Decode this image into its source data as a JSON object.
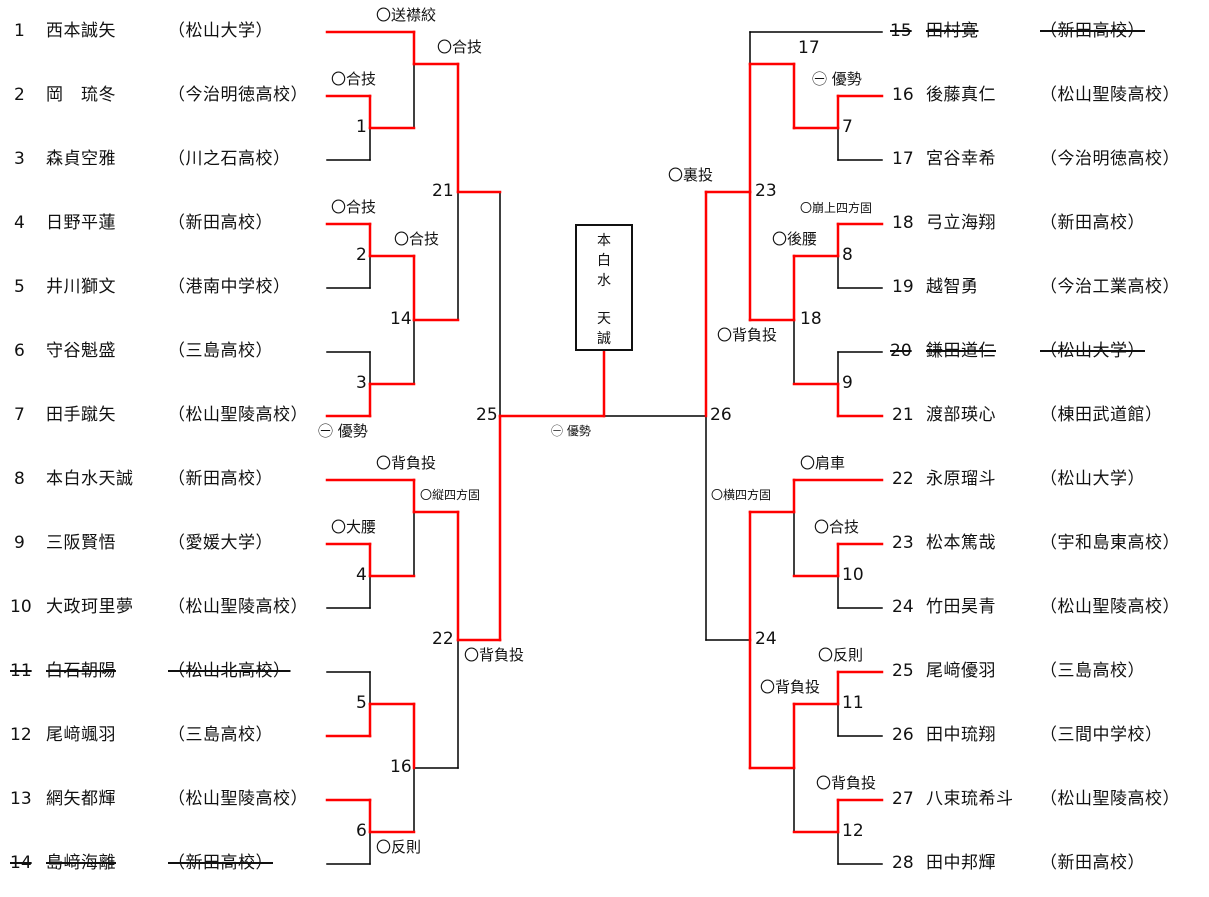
{
  "left_entries": [
    {
      "id": "1",
      "name": "西本誠矢",
      "team": "（松山大学）",
      "withdrawn": false
    },
    {
      "id": "2",
      "name": "岡　琉冬",
      "team": "（今治明徳高校）",
      "withdrawn": false
    },
    {
      "id": "3",
      "name": "森貞空雅",
      "team": "（川之石高校）",
      "withdrawn": false
    },
    {
      "id": "4",
      "name": "日野平蓮",
      "team": "（新田高校）",
      "withdrawn": false
    },
    {
      "id": "5",
      "name": "井川獅文",
      "team": "（港南中学校）",
      "withdrawn": false
    },
    {
      "id": "6",
      "name": "守谷魁盛",
      "team": "（三島高校）",
      "withdrawn": false
    },
    {
      "id": "7",
      "name": "田手蹴矢",
      "team": "（松山聖陵高校）",
      "withdrawn": false
    },
    {
      "id": "8",
      "name": "本白水天誠",
      "team": "（新田高校）",
      "withdrawn": false
    },
    {
      "id": "9",
      "name": "三阪賢悟",
      "team": "（愛媛大学）",
      "withdrawn": false
    },
    {
      "id": "10",
      "name": "大政珂里夢",
      "team": "（松山聖陵高校）",
      "withdrawn": false
    },
    {
      "id": "11",
      "name": "白石朝陽",
      "team": "（松山北高校）",
      "withdrawn": true
    },
    {
      "id": "12",
      "name": "尾﨑颯羽",
      "team": "（三島高校）",
      "withdrawn": false
    },
    {
      "id": "13",
      "name": "網矢都輝",
      "team": "（松山聖陵高校）",
      "withdrawn": false
    },
    {
      "id": "14",
      "name": "島﨑海離",
      "team": "（新田高校）",
      "withdrawn": true
    }
  ],
  "right_entries": [
    {
      "id": "15",
      "name": "田村寛",
      "team": "（新田高校）",
      "withdrawn": true
    },
    {
      "id": "16",
      "name": "後藤真仁",
      "team": "（松山聖陵高校）",
      "withdrawn": false
    },
    {
      "id": "17",
      "name": "宮谷幸希",
      "team": "（今治明徳高校）",
      "withdrawn": false
    },
    {
      "id": "18",
      "name": "弓立海翔",
      "team": "（新田高校）",
      "withdrawn": false
    },
    {
      "id": "19",
      "name": "越智勇",
      "team": "（今治工業高校）",
      "withdrawn": false
    },
    {
      "id": "20",
      "name": "鎌田道仁",
      "team": "（松山大学）",
      "withdrawn": true
    },
    {
      "id": "21",
      "name": "渡部瑛心",
      "team": "（棟田武道館）",
      "withdrawn": false
    },
    {
      "id": "22",
      "name": "永原瑠斗",
      "team": "（松山大学）",
      "withdrawn": false
    },
    {
      "id": "23",
      "name": "松本篤哉",
      "team": "（宇和島東高校）",
      "withdrawn": false
    },
    {
      "id": "24",
      "name": "竹田昊青",
      "team": "（松山聖陵高校）",
      "withdrawn": false
    },
    {
      "id": "25",
      "name": "尾﨑優羽",
      "team": "（三島高校）",
      "withdrawn": false
    },
    {
      "id": "26",
      "name": "田中琉翔",
      "team": "（三間中学校）",
      "withdrawn": false
    },
    {
      "id": "27",
      "name": "八束琉希斗",
      "team": "（松山聖陵高校）",
      "withdrawn": false
    },
    {
      "id": "28",
      "name": "田中邦輝",
      "team": "（新田高校）",
      "withdrawn": false
    }
  ],
  "match_numbers": [
    "1",
    "2",
    "3",
    "4",
    "5",
    "6",
    "7",
    "8",
    "9",
    "10",
    "11",
    "12",
    "14",
    "16",
    "17",
    "18",
    "21",
    "22",
    "23",
    "24",
    "25",
    "26"
  ],
  "results": [
    "〇送襟絞",
    "〇合技",
    "〇合技",
    "〇合技",
    "〇合技",
    "㊀ 優勢",
    "〇背負投",
    "〇縦四方固",
    "〇大腰",
    "〇背負投",
    "〇反則",
    "㊀ 優勢",
    "〇裏投",
    "㊀ 優勢",
    "〇崩上四方固",
    "〇後腰",
    "〇背負投",
    "〇肩車",
    "〇横四方固",
    "〇合技",
    "〇反則",
    "〇背負投",
    "〇背負投"
  ],
  "champion": {
    "line1": "本",
    "line2": "白",
    "line3": "水",
    "line4": "天",
    "line5": "誠"
  },
  "colors": {
    "win_line": "#ff0000",
    "line": "#000000"
  }
}
